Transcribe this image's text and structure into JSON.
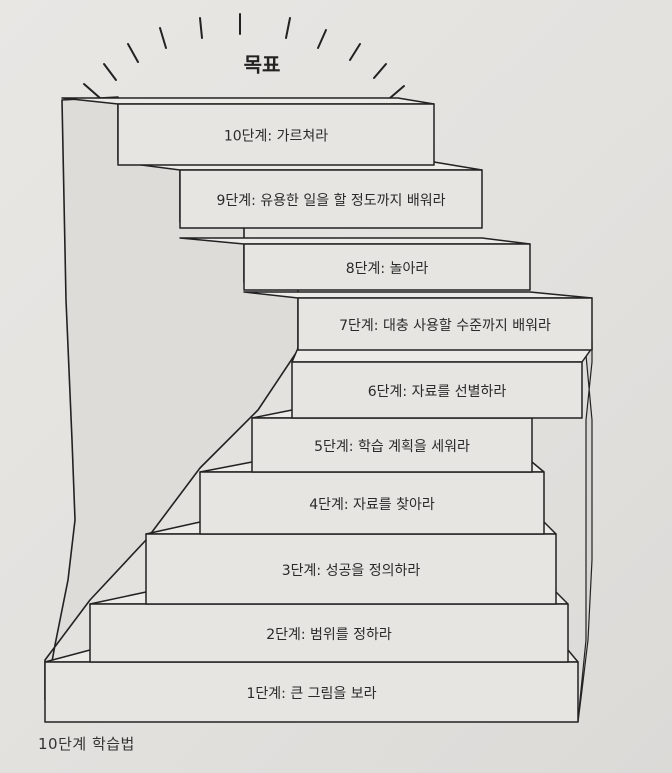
{
  "goal": {
    "label": "목표"
  },
  "steps": [
    {
      "label": "1단계: 큰 그림을 보라"
    },
    {
      "label": "2단계: 범위를 정하라"
    },
    {
      "label": "3단계: 성공을 정의하라"
    },
    {
      "label": "4단계: 자료를 찾아라"
    },
    {
      "label": "5단계: 학습 계획을 세워라"
    },
    {
      "label": "6단계: 자료를 선별하라"
    },
    {
      "label": "7단계: 대충 사용할 수준까지 배워라"
    },
    {
      "label": "8단계: 놀아라"
    },
    {
      "label": "9단계: 유용한 일을 할 정도까지 배워라"
    },
    {
      "label": "10단계: 가르쳐라"
    }
  ],
  "caption": "10단계 학습법"
}
